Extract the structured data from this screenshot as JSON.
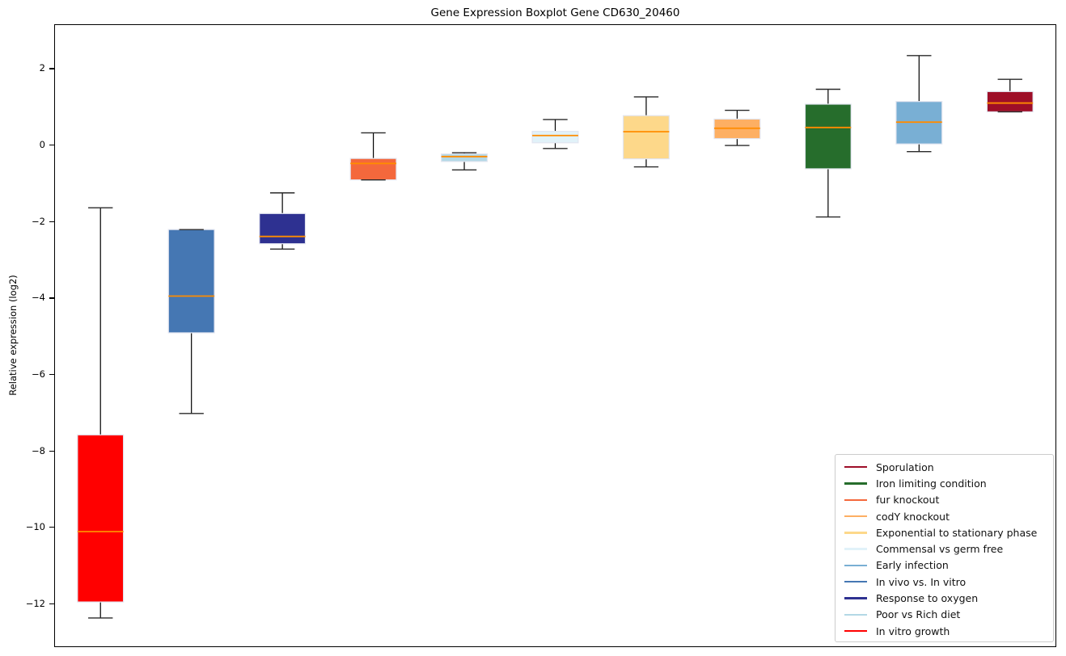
{
  "chart_data": {
    "type": "box",
    "title": "Gene Expression Boxplot Gene CD630_20460",
    "ylabel": "Relative expression (log2)",
    "xlabel": "",
    "ylim": [
      -13.09,
      3.16
    ],
    "yticks": [
      {
        "value": 2,
        "label": "2"
      },
      {
        "value": 0,
        "label": "0"
      },
      {
        "value": -2,
        "label": "−2"
      },
      {
        "value": -4,
        "label": "−4"
      },
      {
        "value": -6,
        "label": "−6"
      },
      {
        "value": -8,
        "label": "−8"
      },
      {
        "value": -10,
        "label": "−10"
      },
      {
        "value": -12,
        "label": "−12"
      }
    ],
    "grid": false,
    "median_line_color": "#ff8c00",
    "whisker_color": "#000000",
    "box_edge_color": "#e2e5f0",
    "series": [
      {
        "name": "In vitro growth",
        "color": "#ff0000",
        "whisker_low": -12.35,
        "q1": -11.93,
        "median": -10.09,
        "q3": -7.56,
        "whisker_high": -1.62
      },
      {
        "name": "In vivo vs. In vitro",
        "color": "#4577b3",
        "whisker_low": -7.0,
        "q1": -4.89,
        "median": -3.93,
        "q3": -2.19,
        "whisker_high": -2.19
      },
      {
        "name": "Response to oxygen",
        "color": "#2e3191",
        "whisker_low": -2.7,
        "q1": -2.56,
        "median": -2.37,
        "q3": -1.77,
        "whisker_high": -1.23
      },
      {
        "name": "fur knockout",
        "color": "#f4683c",
        "whisker_low": -0.89,
        "q1": -0.89,
        "median": -0.46,
        "q3": -0.33,
        "whisker_high": 0.34
      },
      {
        "name": "Poor vs Rich diet",
        "color": "#b3d8e6",
        "whisker_low": -0.63,
        "q1": -0.41,
        "median": -0.28,
        "q3": -0.21,
        "whisker_high": -0.18
      },
      {
        "name": "Commensal vs germ free",
        "color": "#e1f2f9",
        "whisker_low": -0.07,
        "q1": 0.08,
        "median": 0.27,
        "q3": 0.38,
        "whisker_high": 0.69
      },
      {
        "name": "Exponential to stationary phase",
        "color": "#fdd88a",
        "whisker_low": -0.55,
        "q1": -0.34,
        "median": 0.37,
        "q3": 0.79,
        "whisker_high": 1.28
      },
      {
        "name": "codY knockout",
        "color": "#fdaf63",
        "whisker_low": 0.01,
        "q1": 0.19,
        "median": 0.46,
        "q3": 0.7,
        "whisker_high": 0.93
      },
      {
        "name": "Iron limiting condition",
        "color": "#266d2c",
        "whisker_low": -1.86,
        "q1": -0.6,
        "median": 0.48,
        "q3": 1.09,
        "whisker_high": 1.48
      },
      {
        "name": "Early infection",
        "color": "#79afd4",
        "whisker_low": -0.15,
        "q1": 0.05,
        "median": 0.62,
        "q3": 1.16,
        "whisker_high": 2.36
      },
      {
        "name": "Sporulation",
        "color": "#9e0e28",
        "whisker_low": 0.89,
        "q1": 0.89,
        "median": 1.12,
        "q3": 1.42,
        "whisker_high": 1.74
      }
    ],
    "legend": {
      "position": "lower right",
      "items": [
        {
          "label": "Sporulation",
          "color": "#9e0e28"
        },
        {
          "label": "Iron limiting condition",
          "color": "#266d2c"
        },
        {
          "label": "fur knockout",
          "color": "#f4683c"
        },
        {
          "label": "codY knockout",
          "color": "#fdaf63"
        },
        {
          "label": "Exponential to stationary phase",
          "color": "#fdd88a"
        },
        {
          "label": "Commensal vs germ free",
          "color": "#e1f2f9"
        },
        {
          "label": "Early infection",
          "color": "#79afd4"
        },
        {
          "label": "In vivo vs. In vitro",
          "color": "#4577b3"
        },
        {
          "label": "Response to oxygen",
          "color": "#2e3191"
        },
        {
          "label": "Poor vs Rich diet",
          "color": "#b3d8e6"
        },
        {
          "label": "In vitro growth",
          "color": "#ff0000"
        }
      ]
    }
  }
}
